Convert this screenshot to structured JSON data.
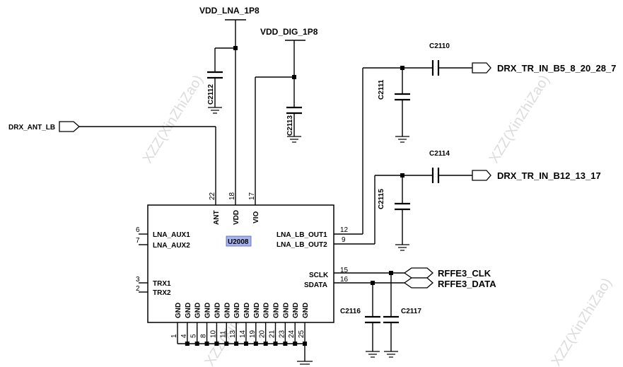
{
  "watermark": "XZZ(XinZhiZao)",
  "power_nets": {
    "vdd_lna": "VDD_LNA_1P8",
    "vdd_dig": "VDD_DIG_1P8"
  },
  "ports": {
    "input": "DRX_ANT_LB",
    "out1": "DRX_TR_IN_B5_8_20_28_7",
    "out2": "DRX_TR_IN_B12_13_17",
    "rffe_clk": "RFFE3_CLK",
    "rffe_data": "RFFE3_DATA"
  },
  "ic": {
    "refdes": "U2008",
    "highlight_color": "#a8b4ec",
    "top_pins": [
      {
        "name": "ANT",
        "num": "22"
      },
      {
        "name": "VDD",
        "num": "18"
      },
      {
        "name": "VIO",
        "num": "17"
      }
    ],
    "left_pins": [
      {
        "name": "LNA_AUX1",
        "num": "6"
      },
      {
        "name": "LNA_AUX2",
        "num": "7"
      },
      {
        "name": "TRX1",
        "num": "3"
      },
      {
        "name": "TRX2",
        "num": "2"
      }
    ],
    "right_pins": [
      {
        "name": "LNA_LB_OUT1",
        "num": "12"
      },
      {
        "name": "LNA_LB_OUT2",
        "num": "9"
      },
      {
        "name": "SCLK",
        "num": "15"
      },
      {
        "name": "SDATA",
        "num": "16"
      }
    ],
    "gnd_label": "GND",
    "gnd_pin_numbers": [
      "1",
      "4",
      "5",
      "8",
      "10",
      "11",
      "13",
      "14",
      "19",
      "20",
      "21",
      "23",
      "24",
      "25"
    ]
  },
  "capacitors": {
    "c2112": "C2112",
    "c2113": "C2113",
    "c2110": "C2110",
    "c2111": "C2111",
    "c2114": "C2114",
    "c2115": "C2115",
    "c2116": "C2116",
    "c2117": "C2117"
  }
}
